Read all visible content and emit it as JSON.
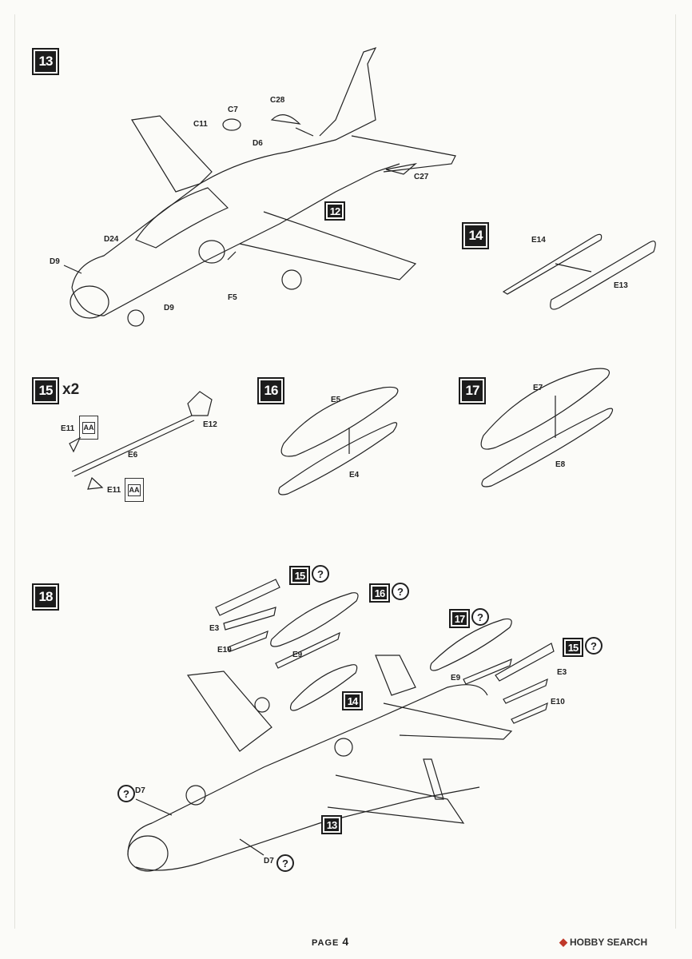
{
  "steps": {
    "s13": "13",
    "s12": "12",
    "s14": "14",
    "s15": "15",
    "s15_mult": "x2",
    "s16": "16",
    "s17": "17",
    "s18": "18",
    "s15b": "15",
    "s16b": "16",
    "s17b": "17",
    "s15c": "15",
    "s14b": "14",
    "s13b": "13",
    "question": "?"
  },
  "parts": {
    "C7": "C7",
    "C11": "C11",
    "C28": "C28",
    "D6": "D6",
    "C27": "C27",
    "D24": "D24",
    "D9a": "D9",
    "D9b": "D9",
    "F5": "F5",
    "E14": "E14",
    "E13": "E13",
    "E11a": "E11",
    "E11b": "E11",
    "E12": "E12",
    "E6": "E6",
    "AA": "AA",
    "E5": "E5",
    "E4": "E4",
    "E7": "E7",
    "E8": "E8",
    "E3a": "E3",
    "E10a": "E10",
    "E9a": "E9",
    "E9b": "E9",
    "E3b": "E3",
    "E10b": "E10",
    "D7a": "D7",
    "D7b": "D7"
  },
  "footer": {
    "page_label": "PAGE",
    "page_number": "4",
    "watermark": "HOBBY SEARCH",
    "watermark_icon": "hobby-search-logo"
  }
}
